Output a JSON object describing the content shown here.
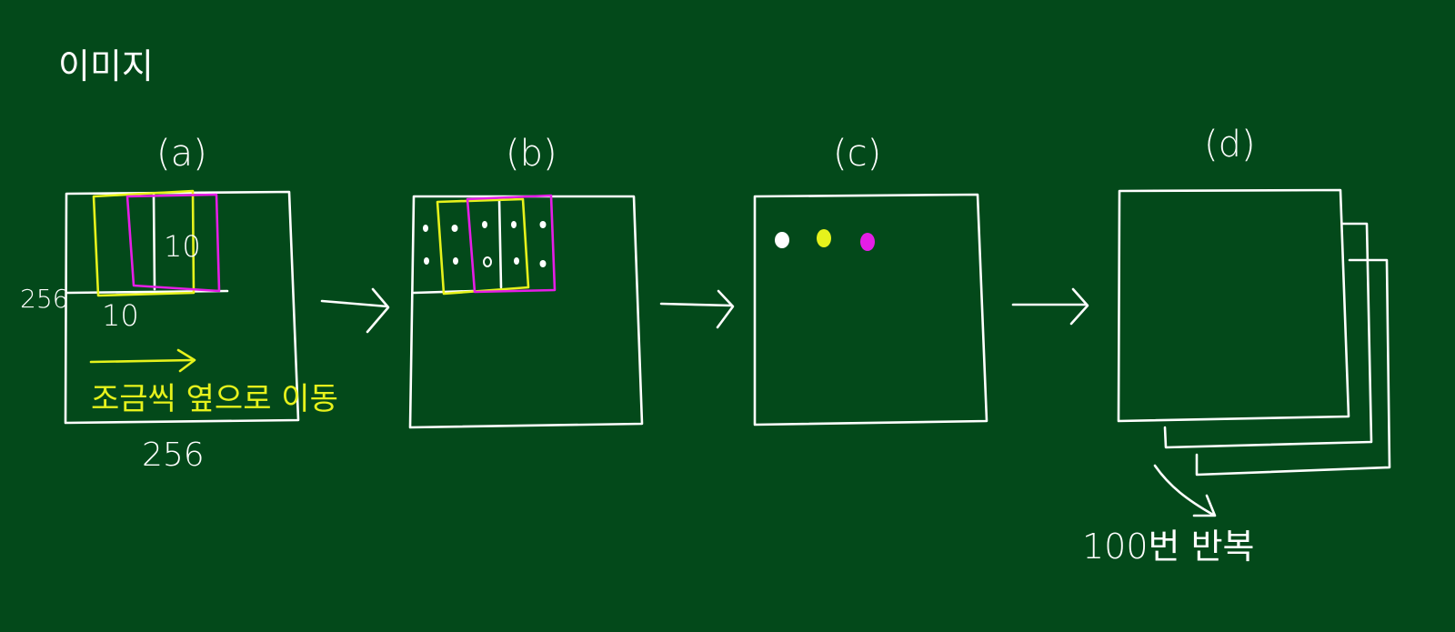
{
  "title": "이미지",
  "panels": {
    "a": {
      "label": "(a)",
      "width_label": "256",
      "height_label": "256",
      "window_width_label": "10",
      "window_height_label": "10",
      "move_caption": "조금씩 옆으로 이동"
    },
    "b": {
      "label": "(b)"
    },
    "c": {
      "label": "(c)"
    },
    "d": {
      "label": "(d)",
      "repeat_caption": "100번 반복"
    }
  },
  "colors": {
    "board": "#03491a",
    "chalk": "#ffffff",
    "yellow": "#e6f21c",
    "magenta": "#e51ee6"
  },
  "icons": [
    "arrow-right-icon",
    "curved-arrow-icon"
  ]
}
